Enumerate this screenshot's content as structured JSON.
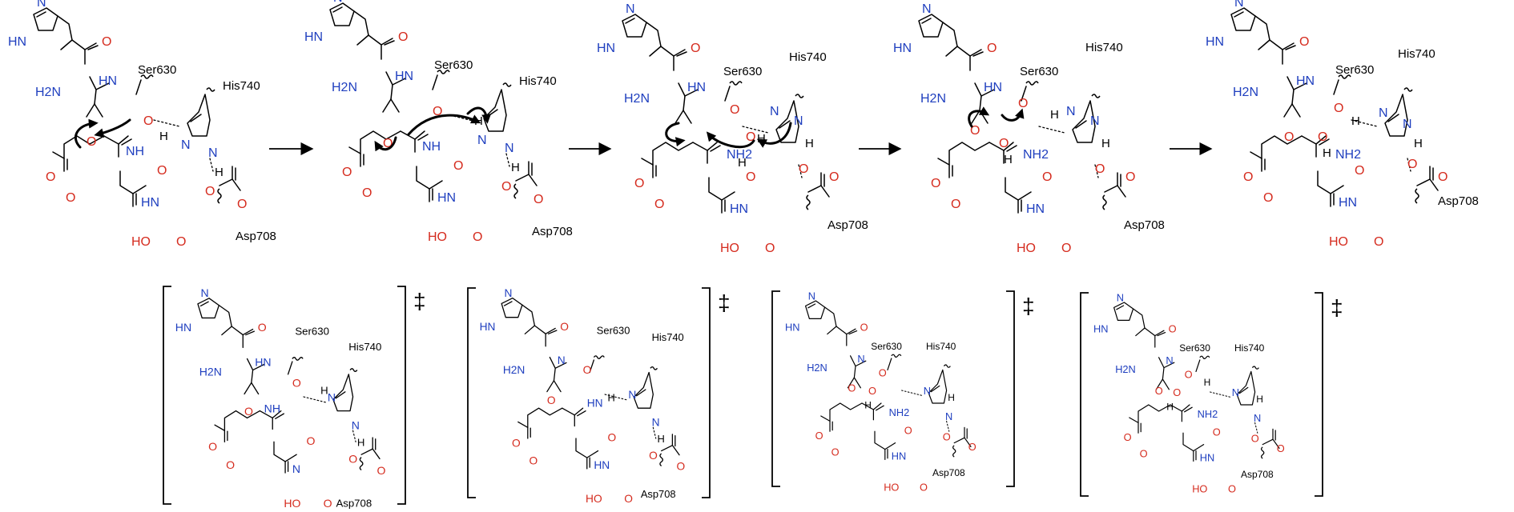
{
  "colors": {
    "nitrogen": "#1f3fbf",
    "oxygen": "#d52b1e",
    "carbon_bond": "#000000",
    "background": "#ffffff"
  },
  "labels": {
    "ser": "Ser630",
    "his": "His740",
    "asp": "Asp708",
    "amine": "H2N",
    "amine_nh2": "NH2",
    "ring_nh": "HN",
    "ring_n": "N",
    "nh": "NH",
    "hn": "HN",
    "oxygen": "O",
    "hydroxyl_ho": "HO",
    "hydrogen": "H",
    "nitrogen": "N",
    "minus": "-",
    "double_dagger": "‡",
    "two": "2"
  }
}
